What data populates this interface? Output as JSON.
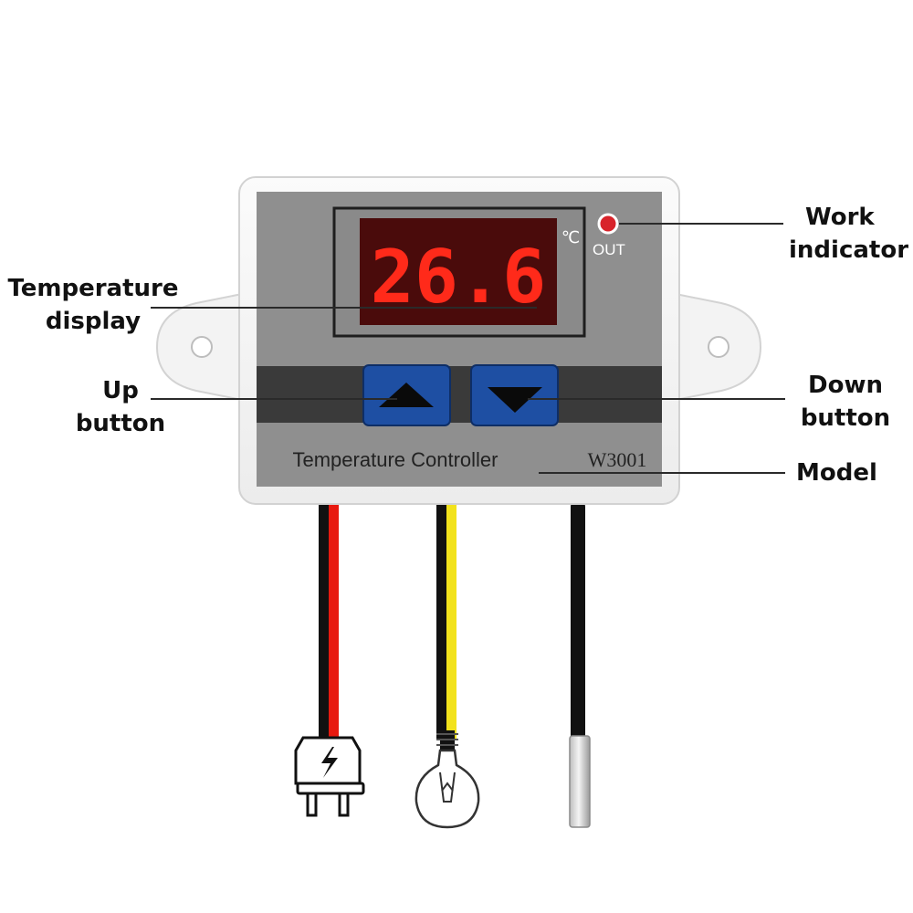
{
  "display": {
    "reading": "26.6",
    "unit": "℃"
  },
  "indicator": {
    "label": "OUT"
  },
  "panel": {
    "title": "Temperature Controller",
    "model": "W3001"
  },
  "callouts": {
    "work_indicator": [
      "Work",
      "indicator"
    ],
    "temperature_display": [
      "Temperature",
      "display"
    ],
    "up_button": [
      "Up",
      "button"
    ],
    "down_button": [
      "Down",
      "button"
    ],
    "model": [
      "Model"
    ]
  },
  "colors": {
    "case": "#f7f7f7",
    "panel": "#8f8f8f",
    "strip": "#3a3a3a",
    "button": "#1e4fa3",
    "digits": "#ff2a1a",
    "led": "#d8232a",
    "wire_red": "#e8190f",
    "wire_yellow": "#f2e21c",
    "wire_black": "#111111"
  },
  "icons": [
    "plug-icon",
    "bulb-icon",
    "sensor-probe-icon",
    "up-arrow-icon",
    "down-arrow-icon"
  ]
}
